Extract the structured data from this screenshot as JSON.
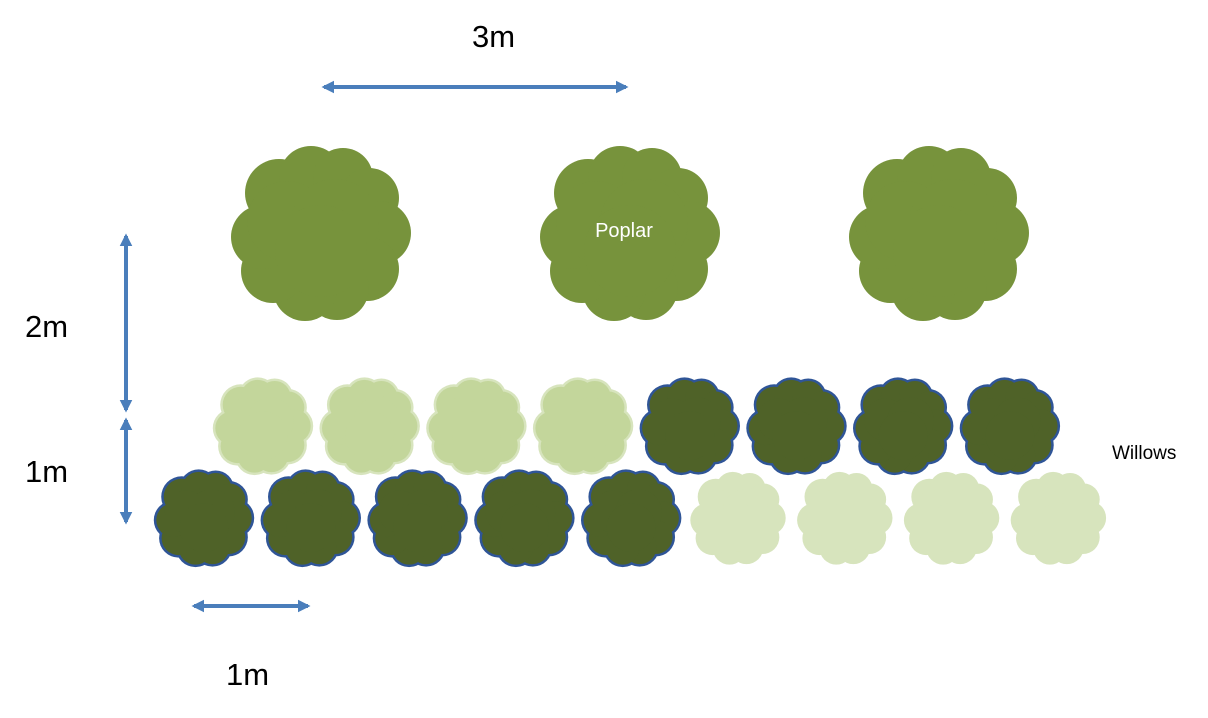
{
  "labels": {
    "spacing_poplar": "3m",
    "row_gap": "2m",
    "willow_row_gap": "1m",
    "willow_spacing": "1m",
    "poplar": "Poplar",
    "willows": "Willows"
  },
  "colors": {
    "arrow": "#4a7ebb",
    "poplar": "#77933c",
    "willow_dark": "#4f6228",
    "willow_dark_outline": "#2f5597",
    "willow_light_upper": "#c3d69b",
    "willow_light_upper_outline": "#d7e4bd",
    "willow_light_lower": "#d7e4bd"
  },
  "icons": {
    "poplar_tree": "poplar-tree-icon",
    "willow_dark": "willow-shrub-dark-icon",
    "willow_light": "willow-shrub-light-icon",
    "arrow": "double-headed-arrow"
  },
  "rows": {
    "poplar_count": 3,
    "upper_willows": [
      "light",
      "light",
      "light",
      "light",
      "dark",
      "dark",
      "dark",
      "dark"
    ],
    "lower_willows": [
      "dark",
      "dark",
      "dark",
      "dark",
      "dark",
      "light",
      "light",
      "light",
      "light"
    ]
  }
}
